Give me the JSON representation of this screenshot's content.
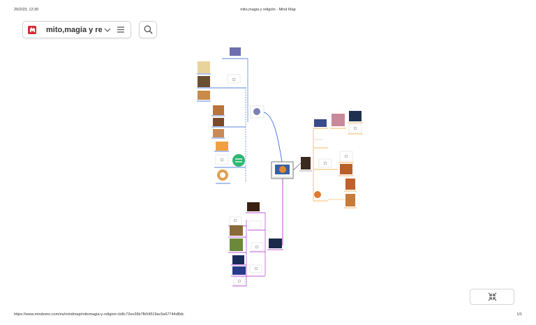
{
  "print_header": {
    "datetime": "20/2/23, 12:30",
    "title": "mito,magia y religión - Mind Map"
  },
  "print_footer": {
    "url": "https://www.mindomo.com/es/mindmap/mitomagia-y-religion-cb8c72ee36b7fb54519ac5a67744d8dc",
    "page": "1/1"
  },
  "toolbar": {
    "logo_icon": "mindomo-logo-icon",
    "map_title": "mito,magia y re...",
    "dropdown_icon": "chevron-down-icon",
    "menu_icon": "hamburger-menu-icon"
  },
  "search": {
    "icon": "search-icon"
  },
  "fit_view": {
    "icon": "collapse-arrows-icon"
  },
  "colors": {
    "blue_branch": "#2a5bd7",
    "orange_branch": "#f0a030",
    "purple_branch": "#a020c8",
    "brand": "#d22b36"
  }
}
